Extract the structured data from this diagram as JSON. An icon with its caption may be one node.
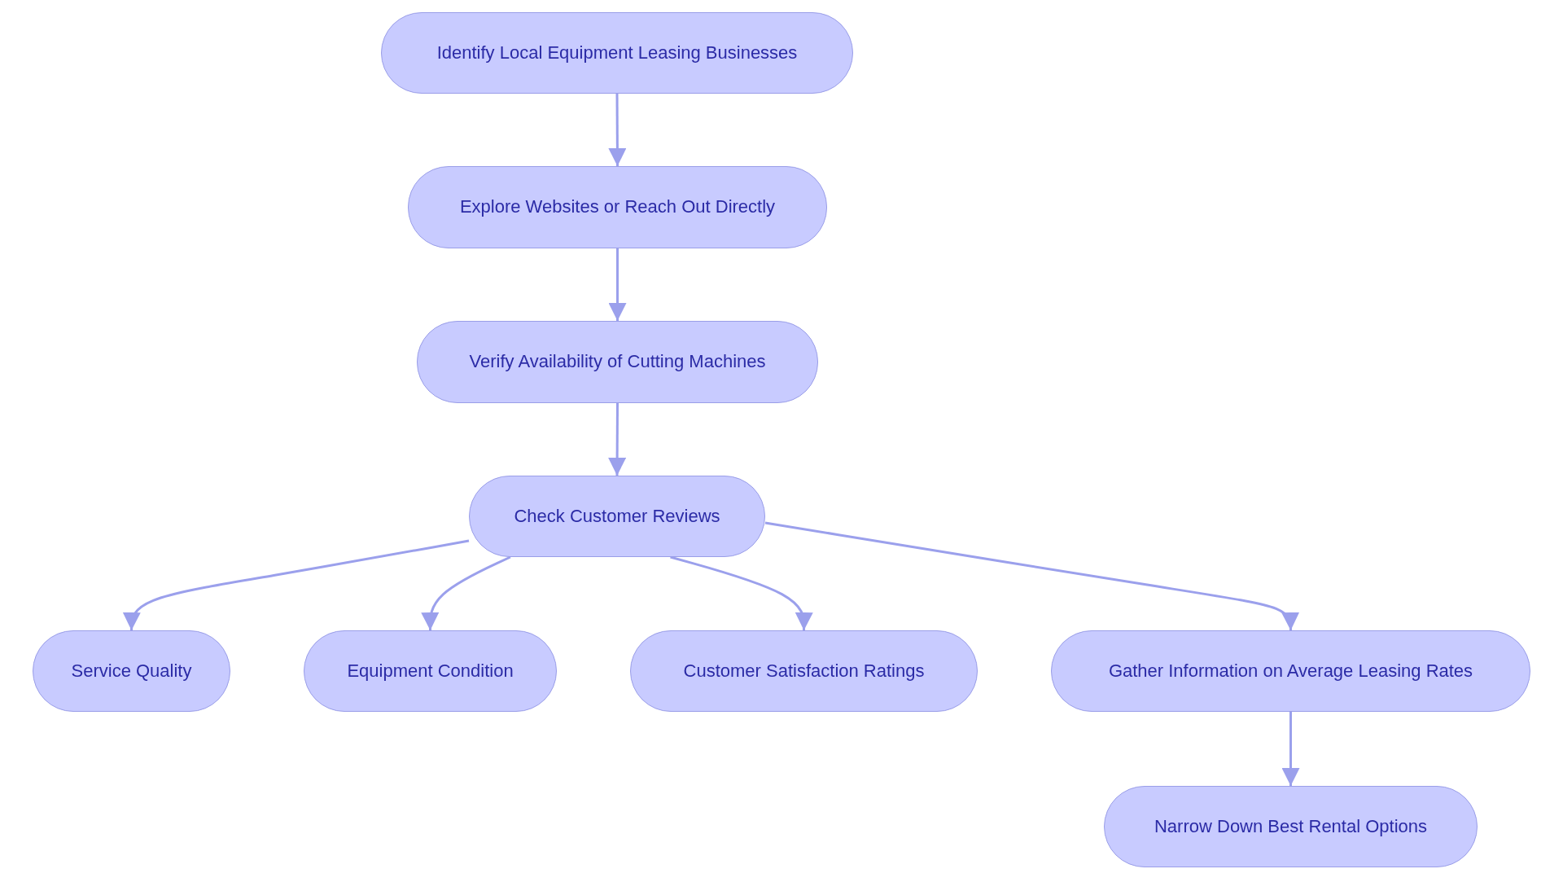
{
  "diagram": {
    "nodes": [
      {
        "text": [
          "Identify Local Equipment Leasing Businesses"
        ]
      },
      {
        "text": [
          "Explore Websites or Reach Out Directly"
        ]
      },
      {
        "text": [
          "Verify Availability of Cutting Machines"
        ]
      },
      {
        "text": [
          "Check Customer Reviews"
        ]
      },
      {
        "text": [
          "Service Quality"
        ]
      },
      {
        "text": [
          "Equipment Condition"
        ]
      },
      {
        "text": [
          "Customer Satisfaction Ratings"
        ]
      },
      {
        "text": [
          "Gather Information on Average Leasing Rates"
        ]
      },
      {
        "text": [
          "Narrow Down Best Rental Options"
        ]
      }
    ],
    "edges": [
      {
        "from": 0,
        "to": 1,
        "arrow": "to"
      },
      {
        "from": 1,
        "to": 2,
        "arrow": "to"
      },
      {
        "from": 2,
        "to": 3,
        "arrow": "to"
      },
      {
        "from": 3,
        "to": 4,
        "arrow": "to"
      },
      {
        "from": 3,
        "to": 5,
        "arrow": "to"
      },
      {
        "from": 3,
        "to": 6,
        "arrow": "to"
      },
      {
        "from": 3,
        "to": 7,
        "arrow": "to"
      },
      {
        "from": 7,
        "to": 8,
        "arrow": "to"
      }
    ]
  }
}
